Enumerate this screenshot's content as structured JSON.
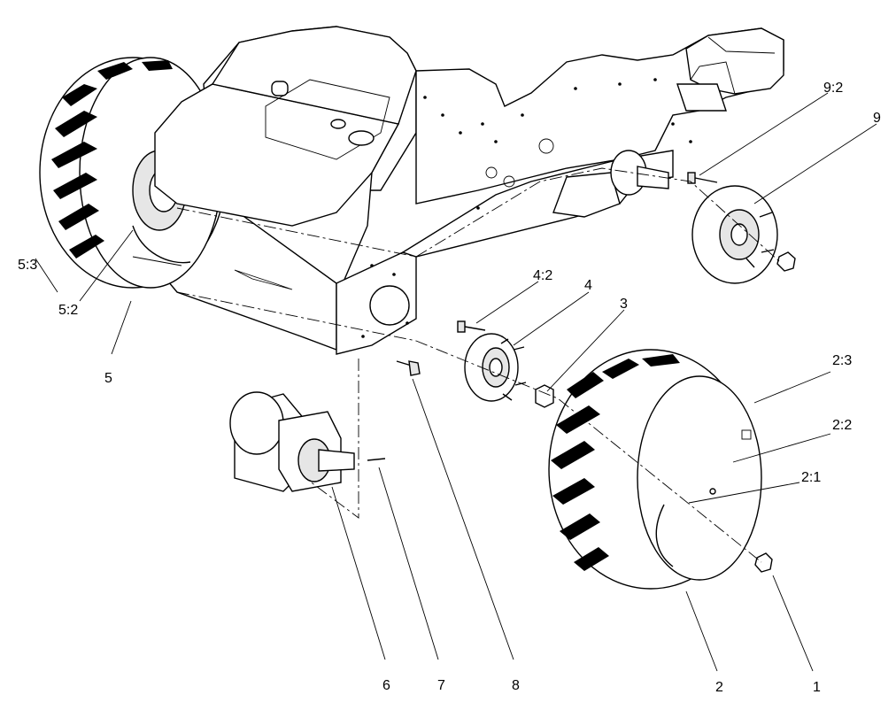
{
  "callouts": {
    "c_9_2": "9:2",
    "c_9": "9",
    "c_4_2": "4:2",
    "c_4": "4",
    "c_3": "3",
    "c_2_3": "2:3",
    "c_2_2": "2:2",
    "c_2_1": "2:1",
    "c_5_3": "5:3",
    "c_5_2": "5:2",
    "c_5": "5",
    "c_6": "6",
    "c_7": "7",
    "c_8": "8",
    "c_2": "2",
    "c_1": "1"
  }
}
